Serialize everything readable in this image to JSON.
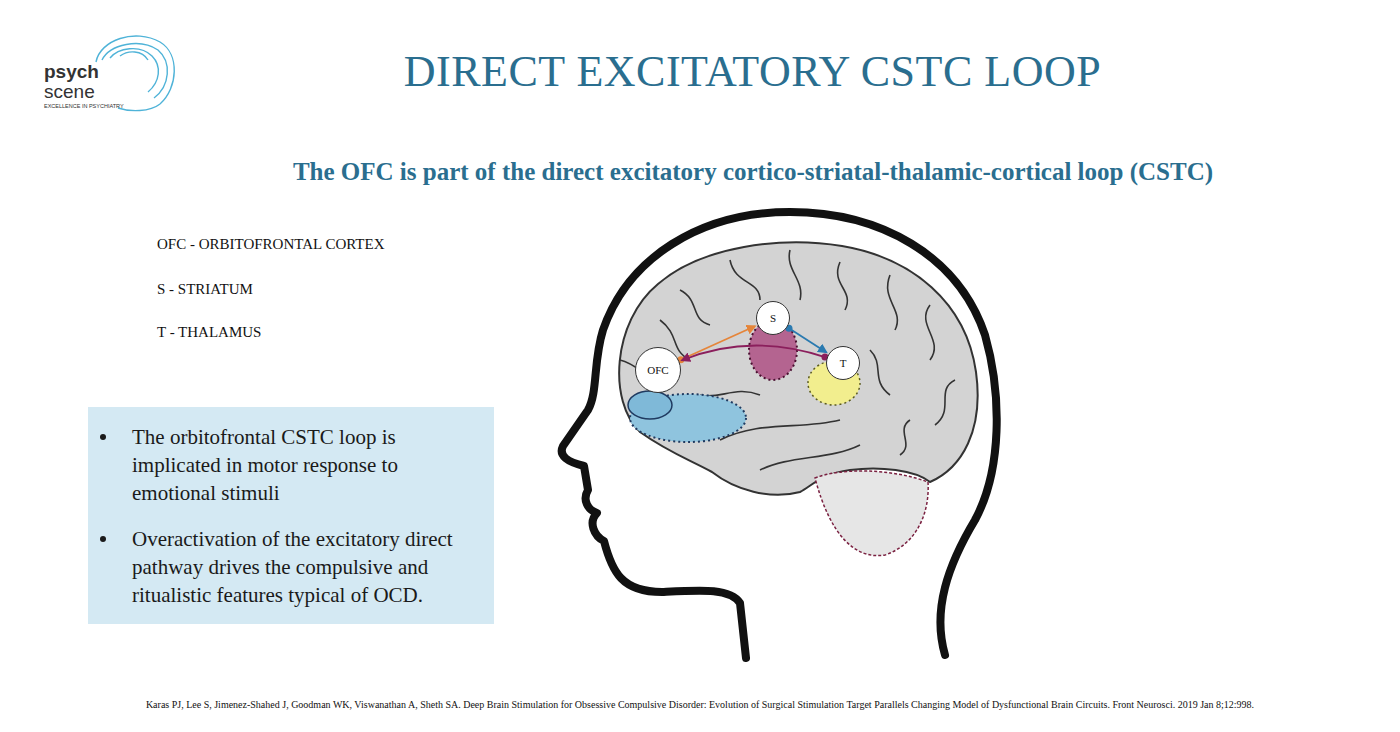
{
  "diagram": {
    "title": "DIRECT EXCITATORY CSTC LOOP",
    "caption": "Karas PJ, Lee S, Jimenez-Shahed J, Goodman WK, Viswanathan A, Sheth SA. Deep Brain Stimulation for Obsessive Compulsive Disorder: Evolution of Surgical Stimulation Target Parallels Changing Model of Dysfunctional Brain Circuits. Front Neurosci. 2019 Jan 8;12:998.",
    "nodes": [
      {
        "text": [
          "The orbitofrontal CSTC loop is implicated in motor response to emotional stimuli",
          "Overactivation of the excitatory direct pathway drives the compulsive and ritualistic features typical of OCD."
        ]
      },
      {
        "text": [
          "OFC"
        ]
      },
      {
        "text": [
          "S"
        ]
      },
      {
        "text": [
          "T"
        ]
      }
    ],
    "edges": [
      {
        "from": 1,
        "to": 2,
        "arrow": "to"
      },
      {
        "from": 2,
        "to": 3,
        "arrow": "to"
      },
      {
        "from": 3,
        "to": 1,
        "arrow": "to"
      }
    ],
    "labels": [
      "psych",
      "scene",
      "EXCELLENCE IN PSYCHIATRY",
      "The OFC is part of the direct excitatory cortico-striatal-thalamic-cortical loop (CSTC)",
      "OFC - ORBITOFRONTAL CORTEX",
      "S - STRIATUM",
      "T - THALAMUS"
    ]
  }
}
